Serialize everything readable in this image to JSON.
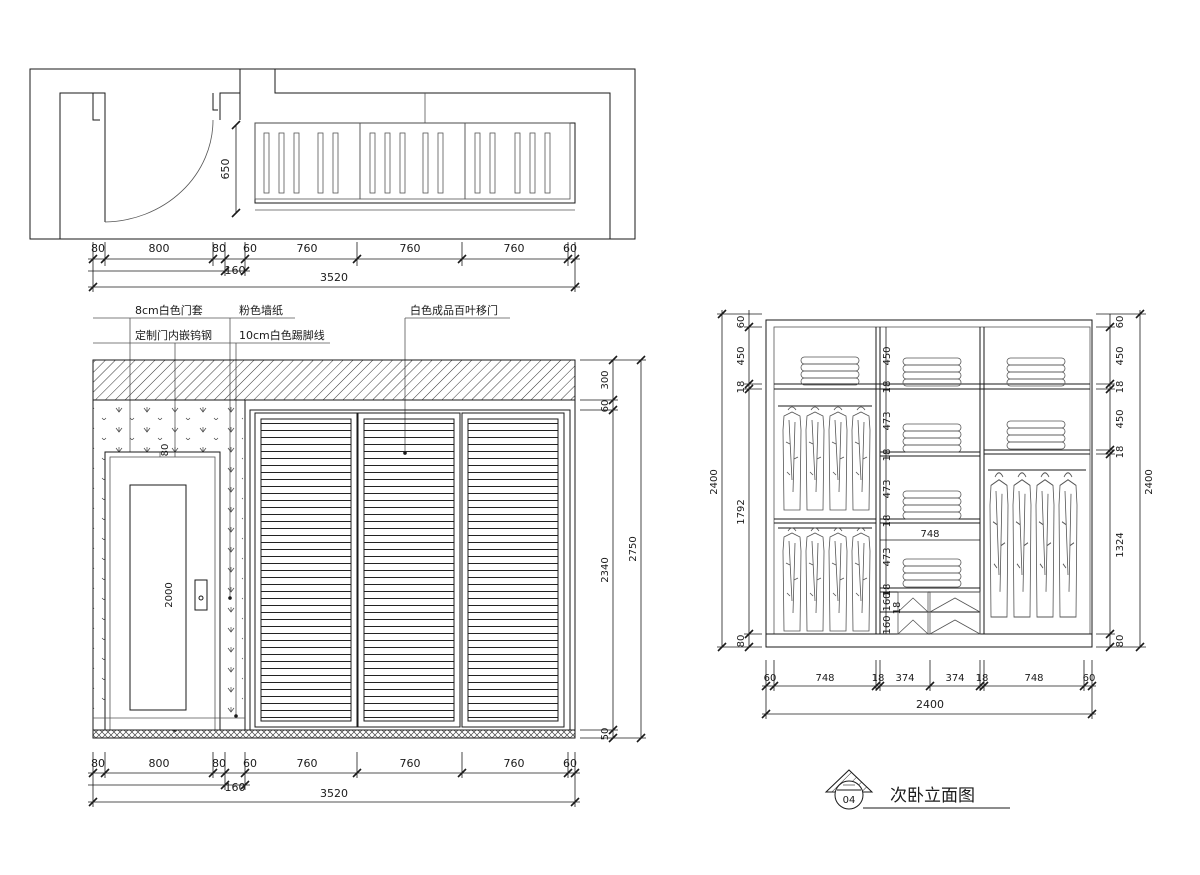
{
  "plan": {
    "dim_650": "650",
    "dims_row": [
      "80",
      "800",
      "80",
      "60",
      "760",
      "760",
      "760",
      "60"
    ],
    "dim_160": "160",
    "dim_total": "3520"
  },
  "elevation_left": {
    "labels": {
      "door_casing": "8cm白色门套",
      "door_inlay": "定制门内嵌钨钢",
      "wallpaper": "粉色墙纸",
      "skirting": "10cm白色踢脚线",
      "shutter_door": "白色成品百叶移门"
    },
    "door_gap": "80",
    "door_height": "2000",
    "right_dims": [
      "300",
      "60",
      "2340",
      "50"
    ],
    "dim_2750": "2750",
    "dims_row": [
      "80",
      "800",
      "80",
      "60",
      "760",
      "760",
      "760",
      "60"
    ],
    "dim_160": "160",
    "dim_total": "3520"
  },
  "elevation_right": {
    "left_dims": [
      "60",
      "450",
      "18",
      "1792",
      "80"
    ],
    "dim_2400_left": "2400",
    "center_dims": [
      "450",
      "18",
      "473",
      "18",
      "473",
      "18",
      "473",
      "18",
      "160",
      "18",
      "160"
    ],
    "dim_748_inner": "748",
    "right_inner_dims": [
      "60",
      "450",
      "18",
      "450",
      "18",
      "1324",
      "80"
    ],
    "dim_2400_right": "2400",
    "bottom_dims": [
      "60",
      "748",
      "18",
      "374",
      "374",
      "18",
      "748",
      "60"
    ],
    "dim_total": "2400"
  },
  "title_block": {
    "sheet_number": "04",
    "title": "次卧立面图"
  }
}
